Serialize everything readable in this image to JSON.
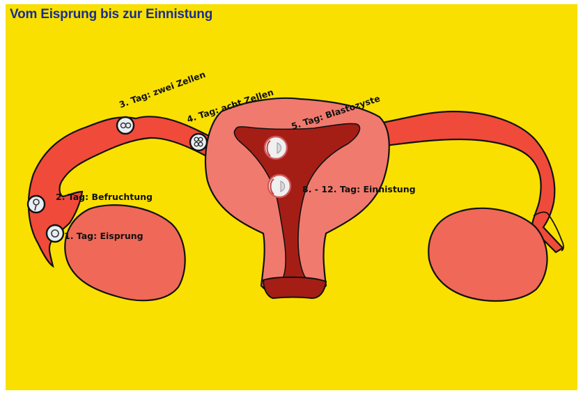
{
  "title": "Vom Eisprung bis zur Einnistung",
  "labels": {
    "day1": "1. Tag:  Eisprung",
    "day2": "2. Tag:  Befruchtung",
    "day3": "3. Tag:  zwei Zellen",
    "day4": "4. Tag:  acht Zellen",
    "day5": "5. Tag:  Blastozyste",
    "day8": "8. - 12. Tag:  Einnistung"
  },
  "colors": {
    "background": "#f9e000",
    "title": "#1a2e8c",
    "tube": "#f04a3a",
    "uterus": "#f07a6e",
    "ovary": "#f06858",
    "cavity": "#a51e16",
    "outline": "#111111"
  }
}
